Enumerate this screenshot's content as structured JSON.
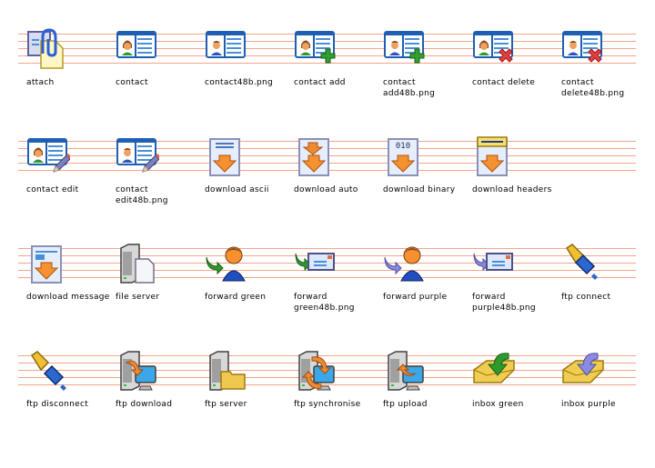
{
  "line_color": "#f4a58a",
  "rows": [
    [
      {
        "label": "attach",
        "icon": "attach-icon"
      },
      {
        "label": "contact",
        "icon": "contact-icon"
      },
      {
        "label": "contact48b.png",
        "icon": "contact-48b-icon"
      },
      {
        "label": "contact add",
        "icon": "contact-add-icon"
      },
      {
        "label": "contact add48b.png",
        "icon": "contact-add-48b-icon"
      },
      {
        "label": "contact delete",
        "icon": "contact-delete-icon"
      },
      {
        "label": "contact delete48b.png",
        "icon": "contact-delete-48b-icon"
      }
    ],
    [
      {
        "label": "contact edit",
        "icon": "contact-edit-icon"
      },
      {
        "label": "contact edit48b.png",
        "icon": "contact-edit-48b-icon"
      },
      {
        "label": "download ascii",
        "icon": "download-ascii-icon"
      },
      {
        "label": "download auto",
        "icon": "download-auto-icon"
      },
      {
        "label": "download binary",
        "icon": "download-binary-icon"
      },
      {
        "label": "download headers",
        "icon": "download-headers-icon"
      }
    ],
    [
      {
        "label": "download message",
        "icon": "download-message-icon"
      },
      {
        "label": "file server",
        "icon": "file-server-icon"
      },
      {
        "label": "forward green",
        "icon": "forward-green-icon"
      },
      {
        "label": "forward green48b.png",
        "icon": "forward-green-48b-icon"
      },
      {
        "label": "forward purple",
        "icon": "forward-purple-icon"
      },
      {
        "label": "forward purple48b.png",
        "icon": "forward-purple-48b-icon"
      },
      {
        "label": "ftp connect",
        "icon": "ftp-connect-icon"
      }
    ],
    [
      {
        "label": "ftp disconnect",
        "icon": "ftp-disconnect-icon"
      },
      {
        "label": "ftp download",
        "icon": "ftp-download-icon"
      },
      {
        "label": "ftp server",
        "icon": "ftp-server-icon"
      },
      {
        "label": "ftp synchronise",
        "icon": "ftp-synchronise-icon"
      },
      {
        "label": "ftp upload",
        "icon": "ftp-upload-icon"
      },
      {
        "label": "inbox green",
        "icon": "inbox-green-icon"
      },
      {
        "label": "inbox purple",
        "icon": "inbox-purple-icon"
      }
    ]
  ]
}
